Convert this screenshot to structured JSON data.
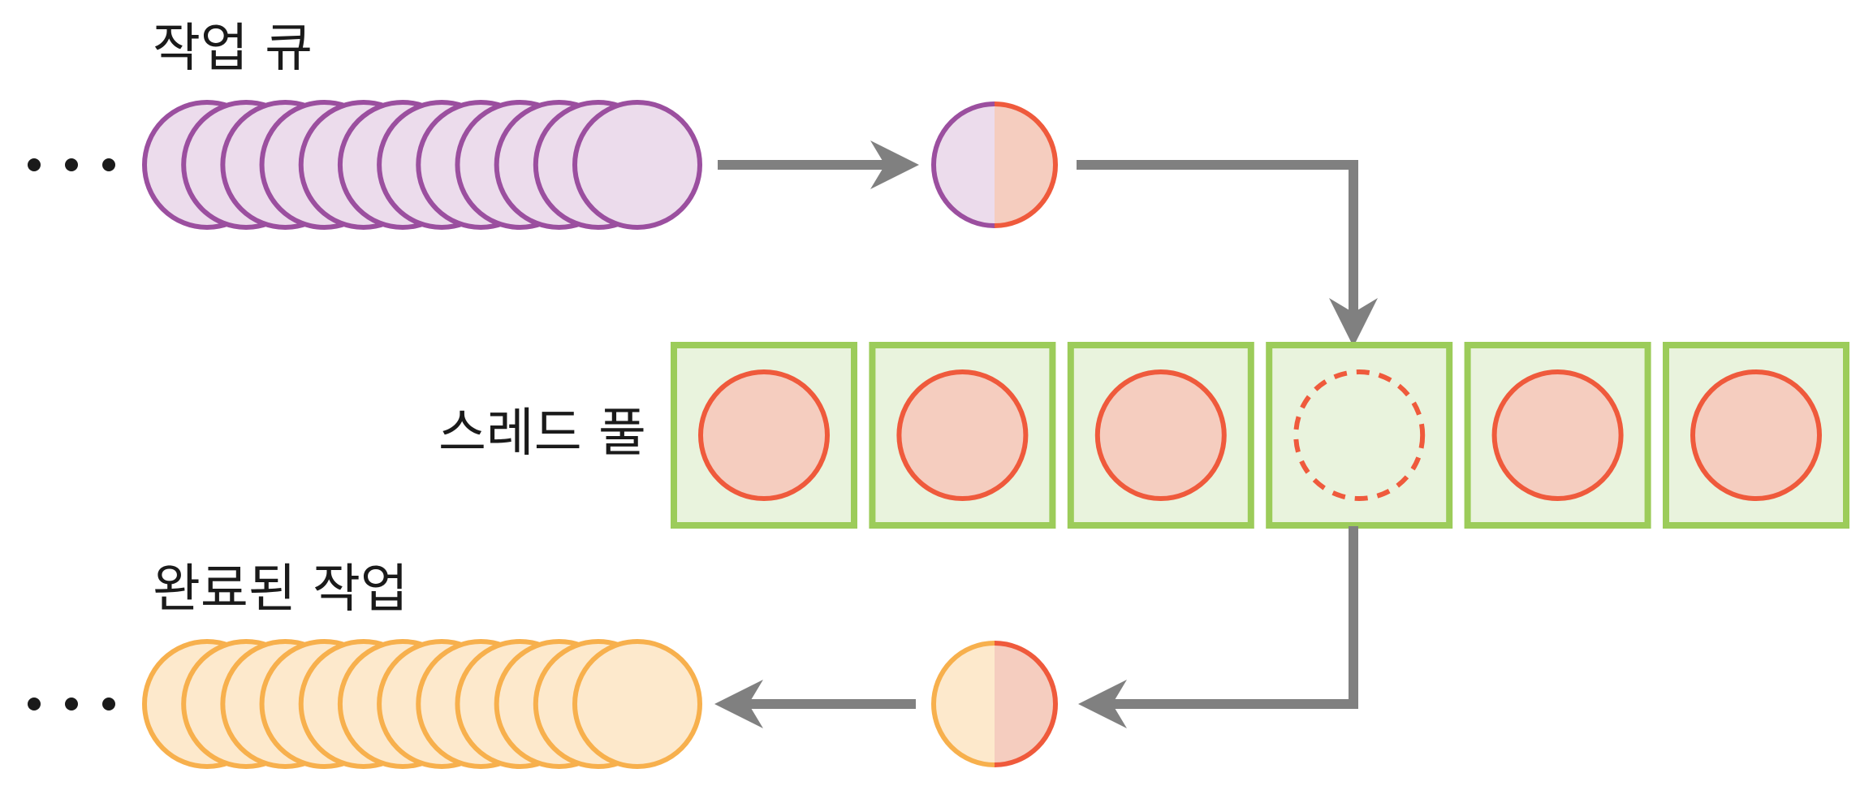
{
  "labels": {
    "task_queue": "작업 큐",
    "thread_pool": "스레드 풀",
    "completed_tasks": "완료된 작업"
  },
  "ellipsis": "• • •",
  "thread_slots": [
    {
      "state": "busy"
    },
    {
      "state": "busy"
    },
    {
      "state": "busy"
    },
    {
      "state": "idle"
    },
    {
      "state": "busy"
    },
    {
      "state": "busy"
    }
  ],
  "queue_task_count": 12,
  "completed_task_count": 12,
  "colors": {
    "queue_fill": "#ecdcec",
    "queue_stroke": "#9b4f9f",
    "thread_fill": "#f5cdbf",
    "thread_stroke": "#ef5a3c",
    "slot_fill": "#e9f3dd",
    "slot_stroke": "#9ccc5a",
    "done_fill": "#fde9cc",
    "done_stroke": "#f7b04d",
    "arrow": "#808080",
    "text": "#1a1a1a"
  }
}
